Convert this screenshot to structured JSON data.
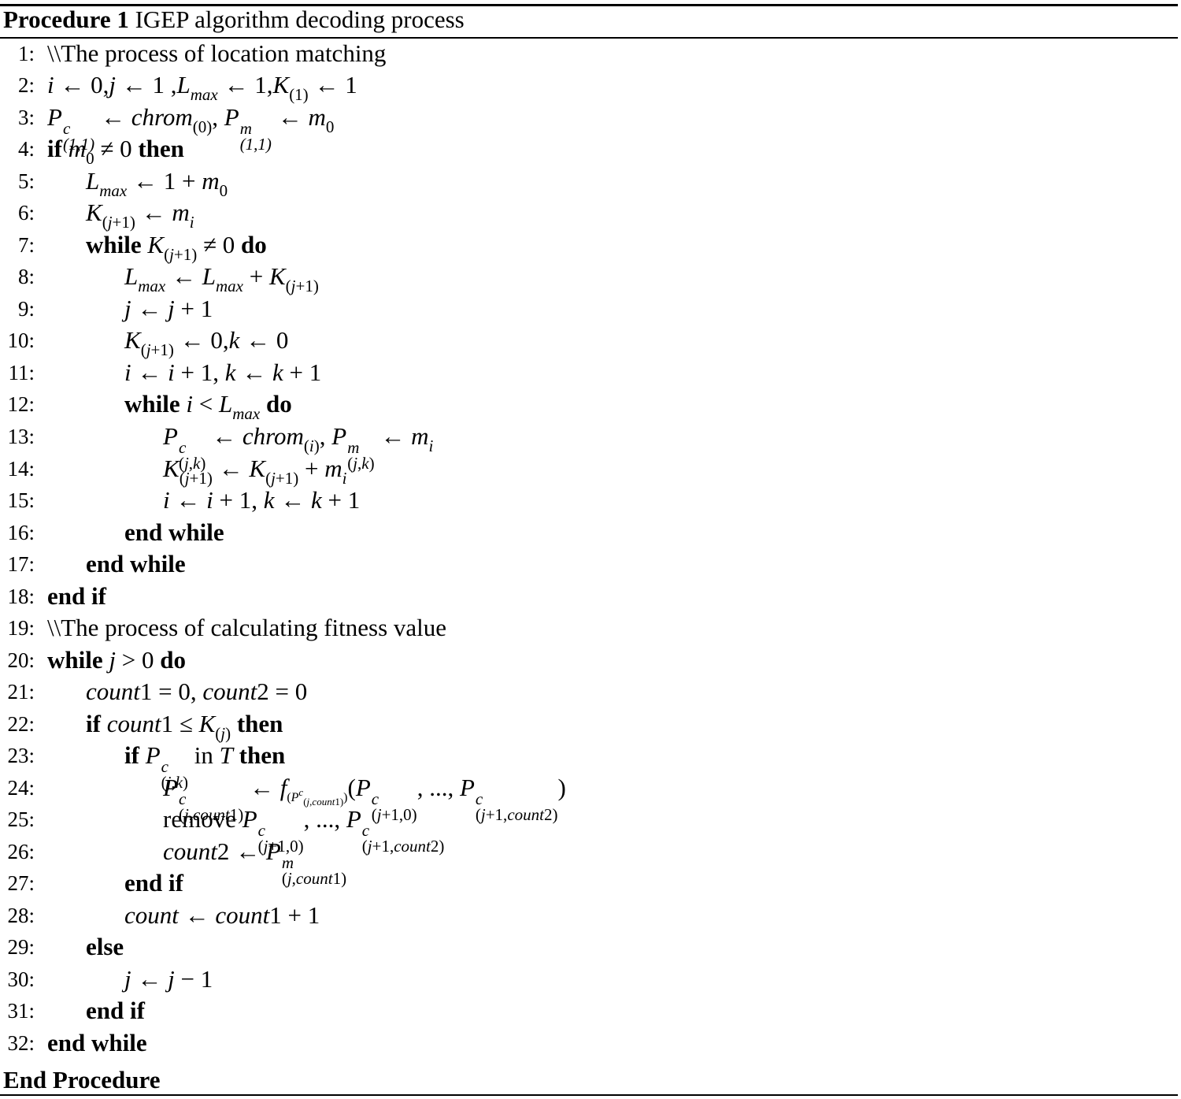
{
  "procedure": {
    "label": "Procedure 1",
    "title": "IGEP algorithm decoding process",
    "end_label": "End Procedure"
  },
  "line_numbers": [
    "1:",
    "2:",
    "3:",
    "4:",
    "5:",
    "6:",
    "7:",
    "8:",
    "9:",
    "10:",
    "11:",
    "12:",
    "13:",
    "14:",
    "15:",
    "16:",
    "17:",
    "18:",
    "19:",
    "20:",
    "21:",
    "22:",
    "23:",
    "24:",
    "25:",
    "26:",
    "27:",
    "28:",
    "29:",
    "30:",
    "31:",
    "32:"
  ],
  "comments": {
    "location_matching": "\\\\The process of location matching",
    "fitness_value": "\\\\The process of calculating fitness value"
  },
  "keywords": {
    "if": "if",
    "then": "then",
    "while": "while",
    "do": "do",
    "end_while": "end while",
    "end_if": "end if",
    "else": "else",
    "remove": "remove",
    "in": "in"
  }
}
